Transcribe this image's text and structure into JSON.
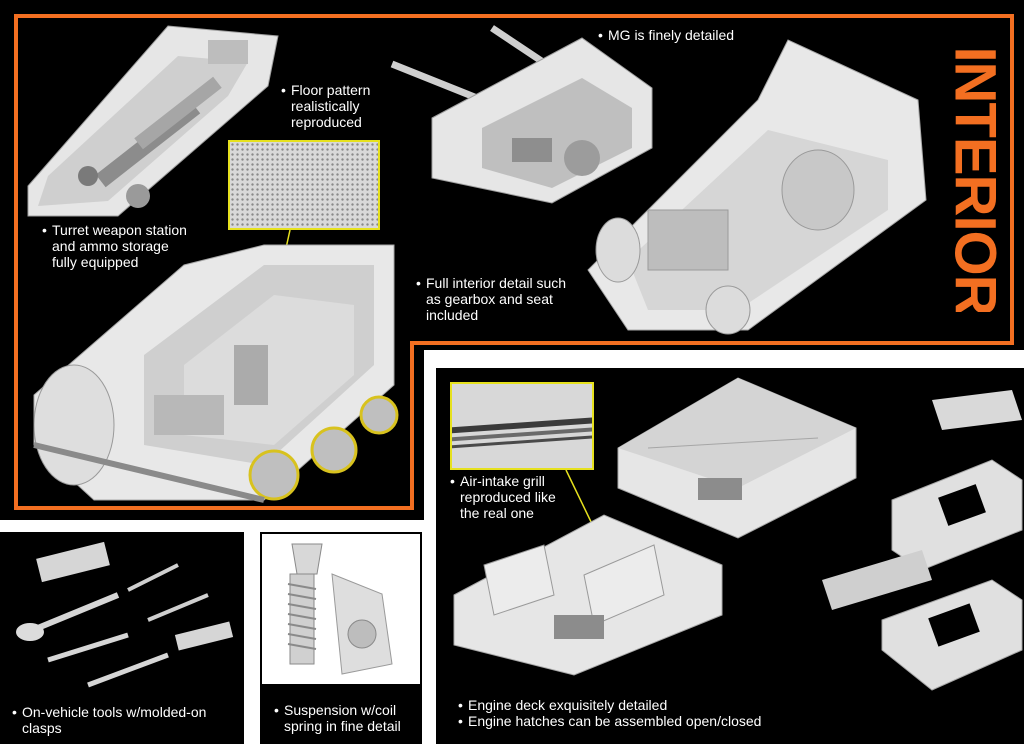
{
  "section_title": "INTERIOR",
  "colors": {
    "background": "#000000",
    "accent_border": "#f36f21",
    "callout_line": "#e6e11e",
    "text": "#ffffff",
    "model_grey": "#d9d9d9"
  },
  "captions": {
    "floor": [
      "Floor pattern",
      "realistically",
      "reproduced"
    ],
    "mg": [
      "MG is finely detailed"
    ],
    "turret": [
      "Turret weapon station",
      "and ammo storage",
      "fully equipped"
    ],
    "interior": [
      "Full interior detail such",
      "as gearbox and seat",
      "included"
    ],
    "air_intake": [
      "Air-intake grill",
      "reproduced like",
      "the real one"
    ],
    "tools": [
      "On-vehicle tools w/molded-on",
      "clasps"
    ],
    "suspension": [
      "Suspension w/coil",
      "spring in fine detail"
    ],
    "engine_deck": [
      "Engine deck exquisitely detailed"
    ],
    "engine_hatch": [
      "Engine hatches can be assembled open/closed"
    ]
  },
  "bullet": "•"
}
